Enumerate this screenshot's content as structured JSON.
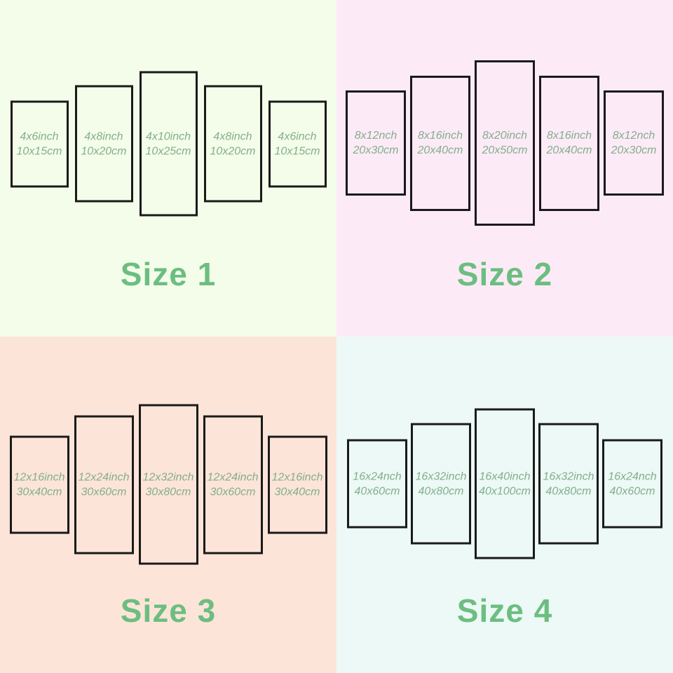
{
  "colors": {
    "panel_border": "#1a1a1a",
    "panel_label_green": "#83af8b",
    "title_green": "#6cbe80",
    "bg_size1": "#f4fdea",
    "bg_size2": "#fdeaf7",
    "bg_size3": "#fde4d9",
    "bg_size4": "#ecf9f6"
  },
  "quadrants": [
    {
      "title": "Size 1",
      "background": "#f4fdea",
      "panels": [
        {
          "inch": "4x6inch",
          "cm": "10x15cm"
        },
        {
          "inch": "4x8inch",
          "cm": "10x20cm"
        },
        {
          "inch": "4x10inch",
          "cm": "10x25cm"
        },
        {
          "inch": "4x8inch",
          "cm": "10x20cm"
        },
        {
          "inch": "4x6inch",
          "cm": "10x15cm"
        }
      ]
    },
    {
      "title": "Size 2",
      "background": "#fdeaf7",
      "panels": [
        {
          "inch": "8x12nch",
          "cm": "20x30cm"
        },
        {
          "inch": "8x16inch",
          "cm": "20x40cm"
        },
        {
          "inch": "8x20inch",
          "cm": "20x50cm"
        },
        {
          "inch": "8x16inch",
          "cm": "20x40cm"
        },
        {
          "inch": "8x12nch",
          "cm": "20x30cm"
        }
      ]
    },
    {
      "title": "Size 3",
      "background": "#fde4d9",
      "panels": [
        {
          "inch": "12x16inch",
          "cm": "30x40cm"
        },
        {
          "inch": "12x24inch",
          "cm": "30x60cm"
        },
        {
          "inch": "12x32inch",
          "cm": "30x80cm"
        },
        {
          "inch": "12x24inch",
          "cm": "30x60cm"
        },
        {
          "inch": "12x16inch",
          "cm": "30x40cm"
        }
      ]
    },
    {
      "title": "Size 4",
      "background": "#ecf9f6",
      "panels": [
        {
          "inch": "16x24nch",
          "cm": "40x60cm"
        },
        {
          "inch": "16x32inch",
          "cm": "40x80cm"
        },
        {
          "inch": "16x40inch",
          "cm": "40x100cm"
        },
        {
          "inch": "16x32inch",
          "cm": "40x80cm"
        },
        {
          "inch": "16x24nch",
          "cm": "40x60cm"
        }
      ]
    }
  ]
}
